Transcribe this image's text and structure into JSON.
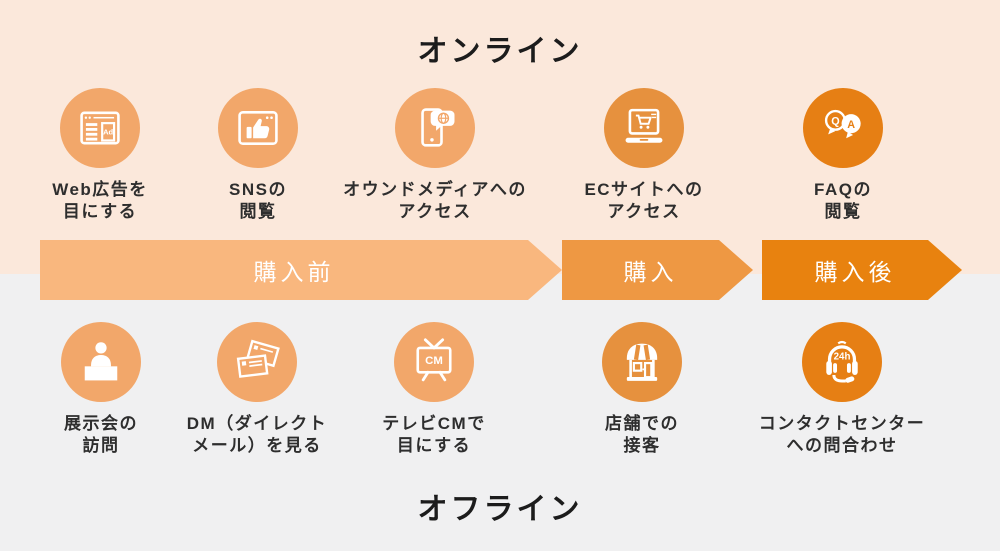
{
  "titles": {
    "online": "オンライン",
    "offline": "オフライン"
  },
  "timeline": {
    "stages": [
      {
        "label": "購入前",
        "color": "#F9B77E"
      },
      {
        "label": "購入",
        "color": "#EE9843"
      },
      {
        "label": "購入後",
        "color": "#E8820F"
      }
    ]
  },
  "colors": {
    "online_bg": "#FBE8DB",
    "offline_bg": "#F0F0F1",
    "circle_pre": "#F2A76A",
    "circle_purchase": "#E6913E",
    "circle_post": "#E67F14",
    "arrow_text": "#FFFFFF",
    "label_text": "#2E2E2E"
  },
  "online_items": [
    {
      "icon": "web-ad-icon",
      "label": "Web広告を\n目にする"
    },
    {
      "icon": "sns-icon",
      "label": "SNSの\n閲覧"
    },
    {
      "icon": "owned-media-icon",
      "label": "オウンドメディアへの\nアクセス"
    },
    {
      "icon": "ec-site-icon",
      "label": "ECサイトへの\nアクセス"
    },
    {
      "icon": "faq-icon",
      "label": "FAQの\n閲覧"
    }
  ],
  "offline_items": [
    {
      "icon": "exhibition-icon",
      "label": "展示会の\n訪問"
    },
    {
      "icon": "direct-mail-icon",
      "label": "DM（ダイレクト\nメール）を見る"
    },
    {
      "icon": "tv-cm-icon",
      "label": "テレビCMで\n目にする"
    },
    {
      "icon": "store-icon",
      "label": "店舗での\n接客"
    },
    {
      "icon": "contact-center-icon",
      "label": "コンタクトセンター\nへの問合わせ"
    }
  ],
  "icon_glyphs": {
    "ad": "Ad",
    "cm": "CM",
    "q": "Q",
    "a": "A",
    "h24": "24h"
  }
}
